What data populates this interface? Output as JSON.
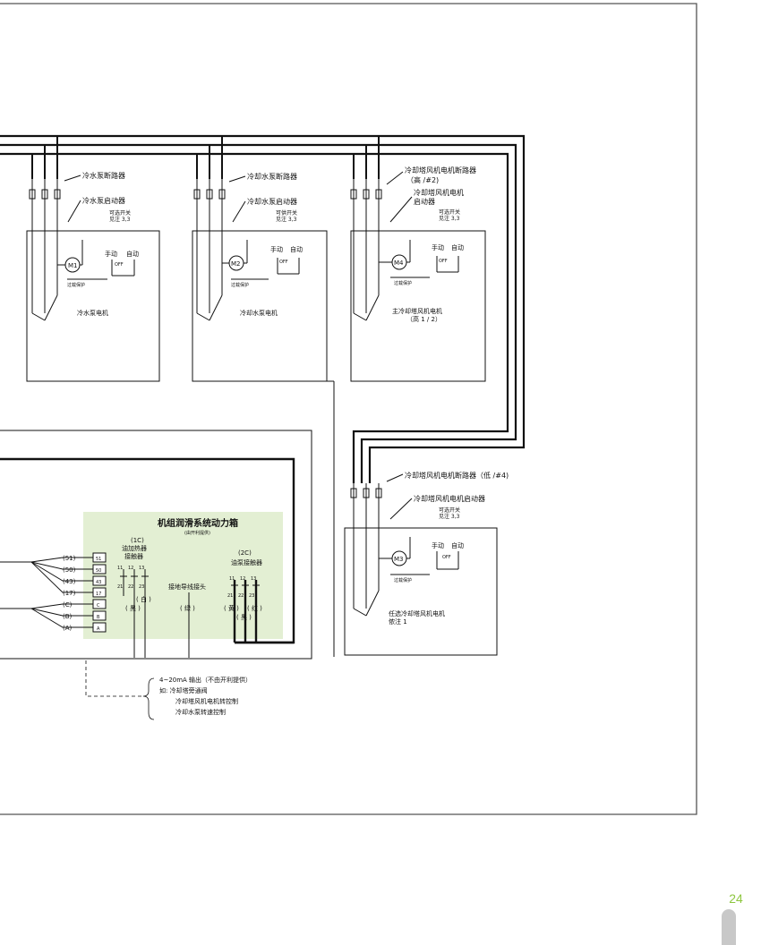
{
  "page_number": "24",
  "colors": {
    "frame": "#555555",
    "wire": "#111111",
    "highlight_box": "#e3efd3",
    "page_number": "#8dc63f"
  },
  "units": {
    "chw": {
      "breaker": "冷水泵断路器",
      "starter": "冷水泵启动器",
      "switch": [
        "可选开关",
        "见注 3,3"
      ],
      "motor": "M1",
      "motor_label": "冷水泵电机"
    },
    "cdw": {
      "breaker": "冷却水泵断路器",
      "starter": "冷却水泵启动器",
      "switch": [
        "可供开关",
        "见注 3,3"
      ],
      "motor": "M2",
      "motor_label": "冷却水泵电机"
    },
    "tower_main": {
      "breaker": [
        "冷却塔风机电机断路器",
        "（高 /#2)"
      ],
      "starter": [
        "冷却塔风机电机",
        "启动器"
      ],
      "switch": [
        "可选开关",
        "见注 3,3"
      ],
      "motor": "M4",
      "motor_label": [
        "主冷却塔风机电机",
        "（高 1 / 2）"
      ]
    },
    "tower_opt": {
      "breaker": "冷却塔风机电机断路器（低 /#4)",
      "starter": "冷却塔风机电机启动器",
      "switch": [
        "可选开关",
        "见注 3,3"
      ],
      "motor": "M3",
      "motor_label": [
        "任选冷却塔风机电机",
        "侬注 1"
      ]
    }
  },
  "hand_auto": {
    "hand": "手动",
    "auto": "自动",
    "off": "OFF",
    "overload": "过载保护"
  },
  "lube_box": {
    "title": "机组润滑系统动力箱",
    "subtitle": "(由开利提供)",
    "c1": [
      "(1C)",
      "油加热器",
      "接触器"
    ],
    "c2": [
      "(2C)",
      "油泵接触器"
    ],
    "ground": "接地导线接头",
    "contacts": [
      "11",
      "12",
      "13"
    ],
    "aux": [
      "21",
      "22",
      "23"
    ],
    "white": "( 白 )",
    "black": "( 黑 )",
    "green": "( 绿 )",
    "yellow": "( 黄 )",
    "red": "( 红 )",
    "blue": "( 黑 )",
    "terminals": [
      "51",
      "50",
      "43",
      "17",
      "C",
      "B",
      "A"
    ],
    "wire_tags": [
      "(51)",
      "(50)",
      "(43)",
      "(17)",
      "(C)",
      "(B)",
      "(A)"
    ]
  },
  "output_note": [
    "4~20mA 输出（不由开利提供）",
    "如: 冷却塔旁通阀",
    "冷却塔风机电机转控制",
    "冷却水泵转速控制"
  ]
}
